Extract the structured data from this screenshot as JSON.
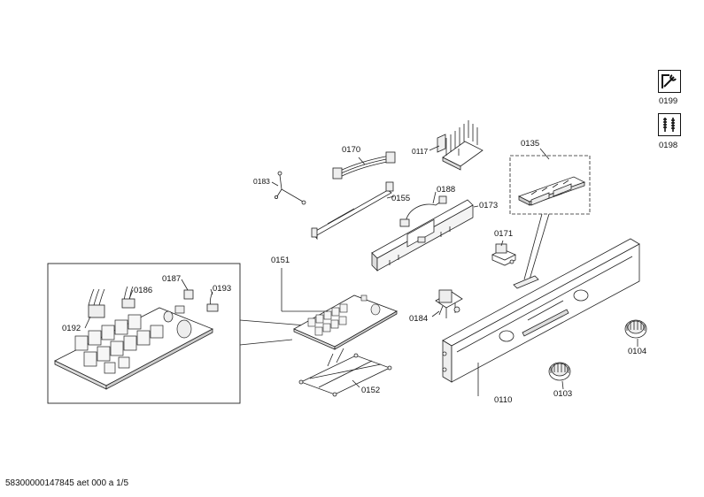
{
  "parts": [
    {
      "id": "p0199",
      "label": "0199"
    },
    {
      "id": "p0198",
      "label": "0198"
    },
    {
      "id": "p0170",
      "label": "0170"
    },
    {
      "id": "p0117",
      "label": "0117"
    },
    {
      "id": "p0135",
      "label": "0135"
    },
    {
      "id": "p0183",
      "label": "0183"
    },
    {
      "id": "p0155",
      "label": "0155"
    },
    {
      "id": "p0188",
      "label": "0188"
    },
    {
      "id": "p0173",
      "label": "0173"
    },
    {
      "id": "p0171",
      "label": "0171"
    },
    {
      "id": "p0151",
      "label": "0151"
    },
    {
      "id": "p0187",
      "label": "0187"
    },
    {
      "id": "p0186",
      "label": "0186"
    },
    {
      "id": "p0193",
      "label": "0193"
    },
    {
      "id": "p0192",
      "label": "0192"
    },
    {
      "id": "p0184",
      "label": "0184"
    },
    {
      "id": "p0104",
      "label": "0104"
    },
    {
      "id": "p0152",
      "label": "0152"
    },
    {
      "id": "p0103",
      "label": "0103"
    },
    {
      "id": "p0110",
      "label": "0110"
    }
  ],
  "footer": "58300000147845 aet 000 a 1/5",
  "icons": {
    "tool": "wrench-screwdriver-icon",
    "kit": "screws-kit-icon"
  }
}
